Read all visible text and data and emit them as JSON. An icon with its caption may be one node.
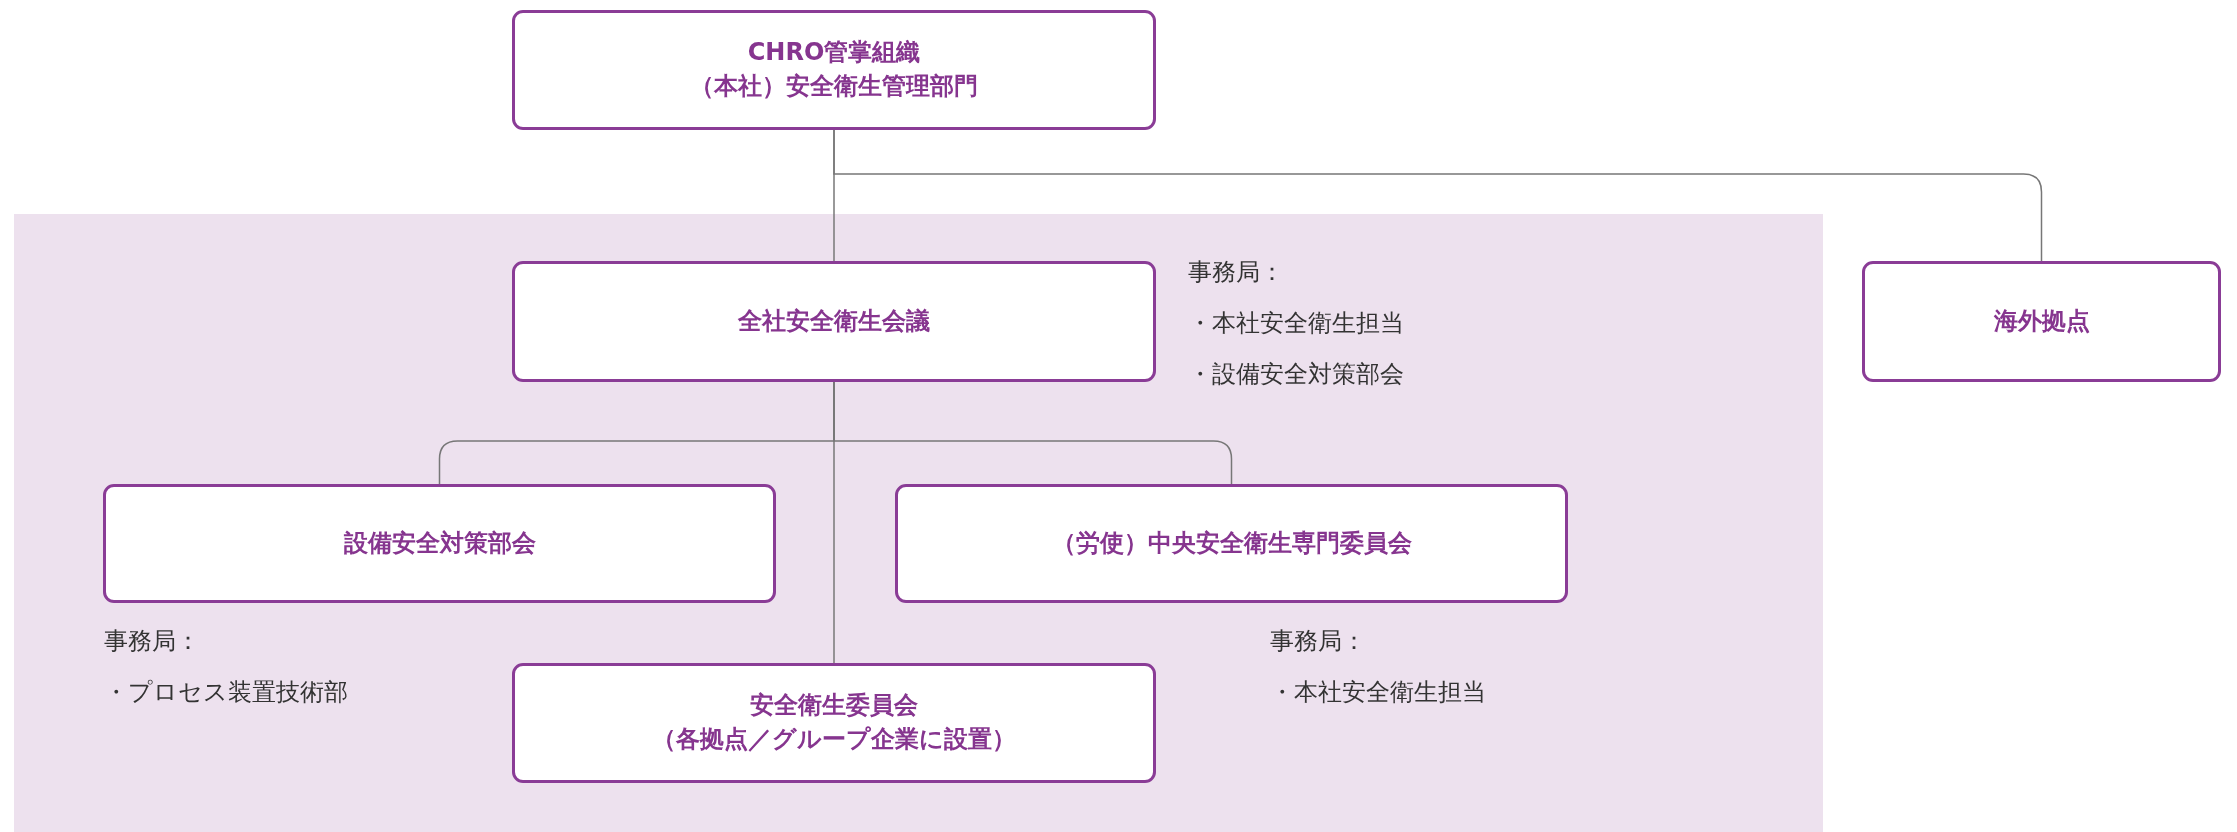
{
  "diagram": {
    "nodes": [
      {
        "text": [
          "CHRO管掌組織",
          "（本社）安全衛生管理部門"
        ]
      },
      {
        "text": [
          "全社安全衛生会議"
        ],
        "beside": [
          "事務局：",
          "・本社安全衛生担当",
          "・設備安全対策部会"
        ]
      },
      {
        "text": [
          "海外拠点"
        ]
      },
      {
        "text": [
          "設備安全対策部会"
        ],
        "beside": [
          "事務局：",
          "・プロセス装置技術部"
        ]
      },
      {
        "text": [
          "（労使）中央安全衛生専門委員会"
        ],
        "beside": [
          "事務局：",
          "・本社安全衛生担当"
        ]
      },
      {
        "text": [
          "安全衛生委員会",
          "（各拠点／グループ企業に設置）"
        ]
      }
    ],
    "edges": [
      {
        "from": 0,
        "to": 1,
        "arrow": "none"
      },
      {
        "from": 0,
        "to": 2,
        "arrow": "none"
      },
      {
        "from": 1,
        "to": 3,
        "arrow": "none"
      },
      {
        "from": 1,
        "to": 4,
        "arrow": "none"
      },
      {
        "from": 1,
        "to": 5,
        "arrow": "none"
      }
    ]
  }
}
